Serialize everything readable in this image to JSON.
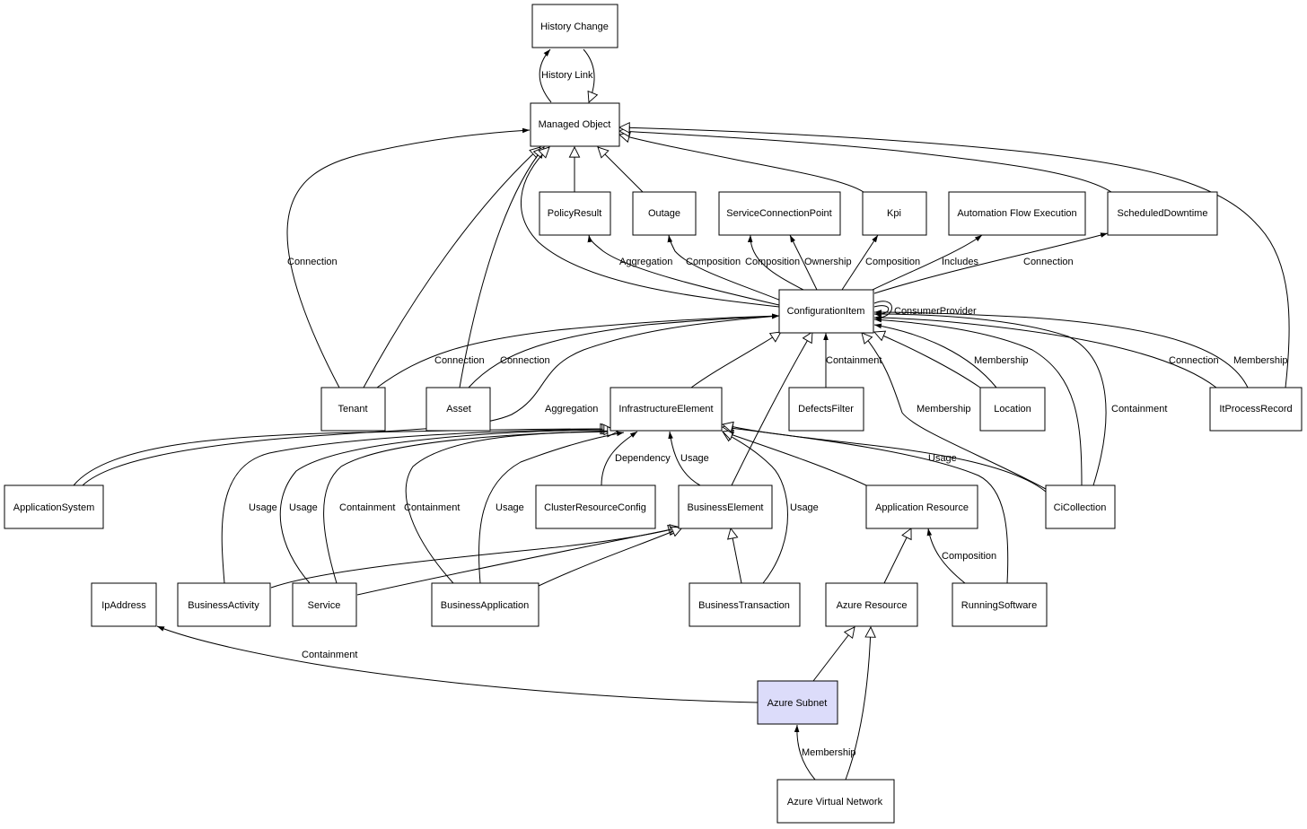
{
  "diagram": {
    "nodes": {
      "history_change": "History Change",
      "managed_object": "Managed Object",
      "policy_result": "PolicyResult",
      "outage": "Outage",
      "service_connection_point": "ServiceConnectionPoint",
      "kpi": "Kpi",
      "automation_flow_execution": "Automation Flow Execution",
      "scheduled_downtime": "ScheduledDowntime",
      "configuration_item": "ConfigurationItem",
      "tenant": "Tenant",
      "asset": "Asset",
      "infrastructure_element": "InfrastructureElement",
      "defects_filter": "DefectsFilter",
      "location": "Location",
      "it_process_record": "ItProcessRecord",
      "application_system": "ApplicationSystem",
      "cluster_resource_config": "ClusterResourceConfig",
      "business_element": "BusinessElement",
      "application_resource": "Application Resource",
      "ci_collection": "CiCollection",
      "ip_address": "IpAddress",
      "business_activity": "BusinessActivity",
      "service": "Service",
      "business_application": "BusinessApplication",
      "business_transaction": "BusinessTransaction",
      "azure_resource": "Azure Resource",
      "running_software": "RunningSoftware",
      "azure_subnet": "Azure Subnet",
      "azure_virtual_network": "Azure Virtual Network"
    },
    "edge_labels": {
      "history_link": "History Link",
      "tenant_connection": "Connection",
      "ci_aggregation_policy": "Aggregation",
      "ci_composition_outage": "Composition",
      "ci_composition_scp": "Composition",
      "ci_ownership_scp": "Ownership",
      "ci_composition_kpi": "Composition",
      "ci_includes_afe": "Includes",
      "ci_connection_sd": "Connection",
      "ci_consumer_provider": "ConsumerProvider",
      "tenant_ci_connection": "Connection",
      "asset_ci_connection": "Connection",
      "appsys_ci_aggregation": "Aggregation",
      "defects_containment": "Containment",
      "location_membership": "Membership",
      "cicollection_membership": "Membership",
      "cicollection_containment": "Containment",
      "itpr_connection": "Connection",
      "itpr_membership": "Membership",
      "cluster_dependency": "Dependency",
      "be_usage_ie": "Usage",
      "cicollection_usage_ie": "Usage",
      "activity_usage": "Usage",
      "service_usage": "Usage",
      "service_containment": "Containment",
      "bizapp_containment": "Containment",
      "bizapp_usage": "Usage",
      "biztrans_usage": "Usage",
      "running_composition": "Composition",
      "subnet_containment": "Containment",
      "vnet_membership": "Membership"
    }
  }
}
